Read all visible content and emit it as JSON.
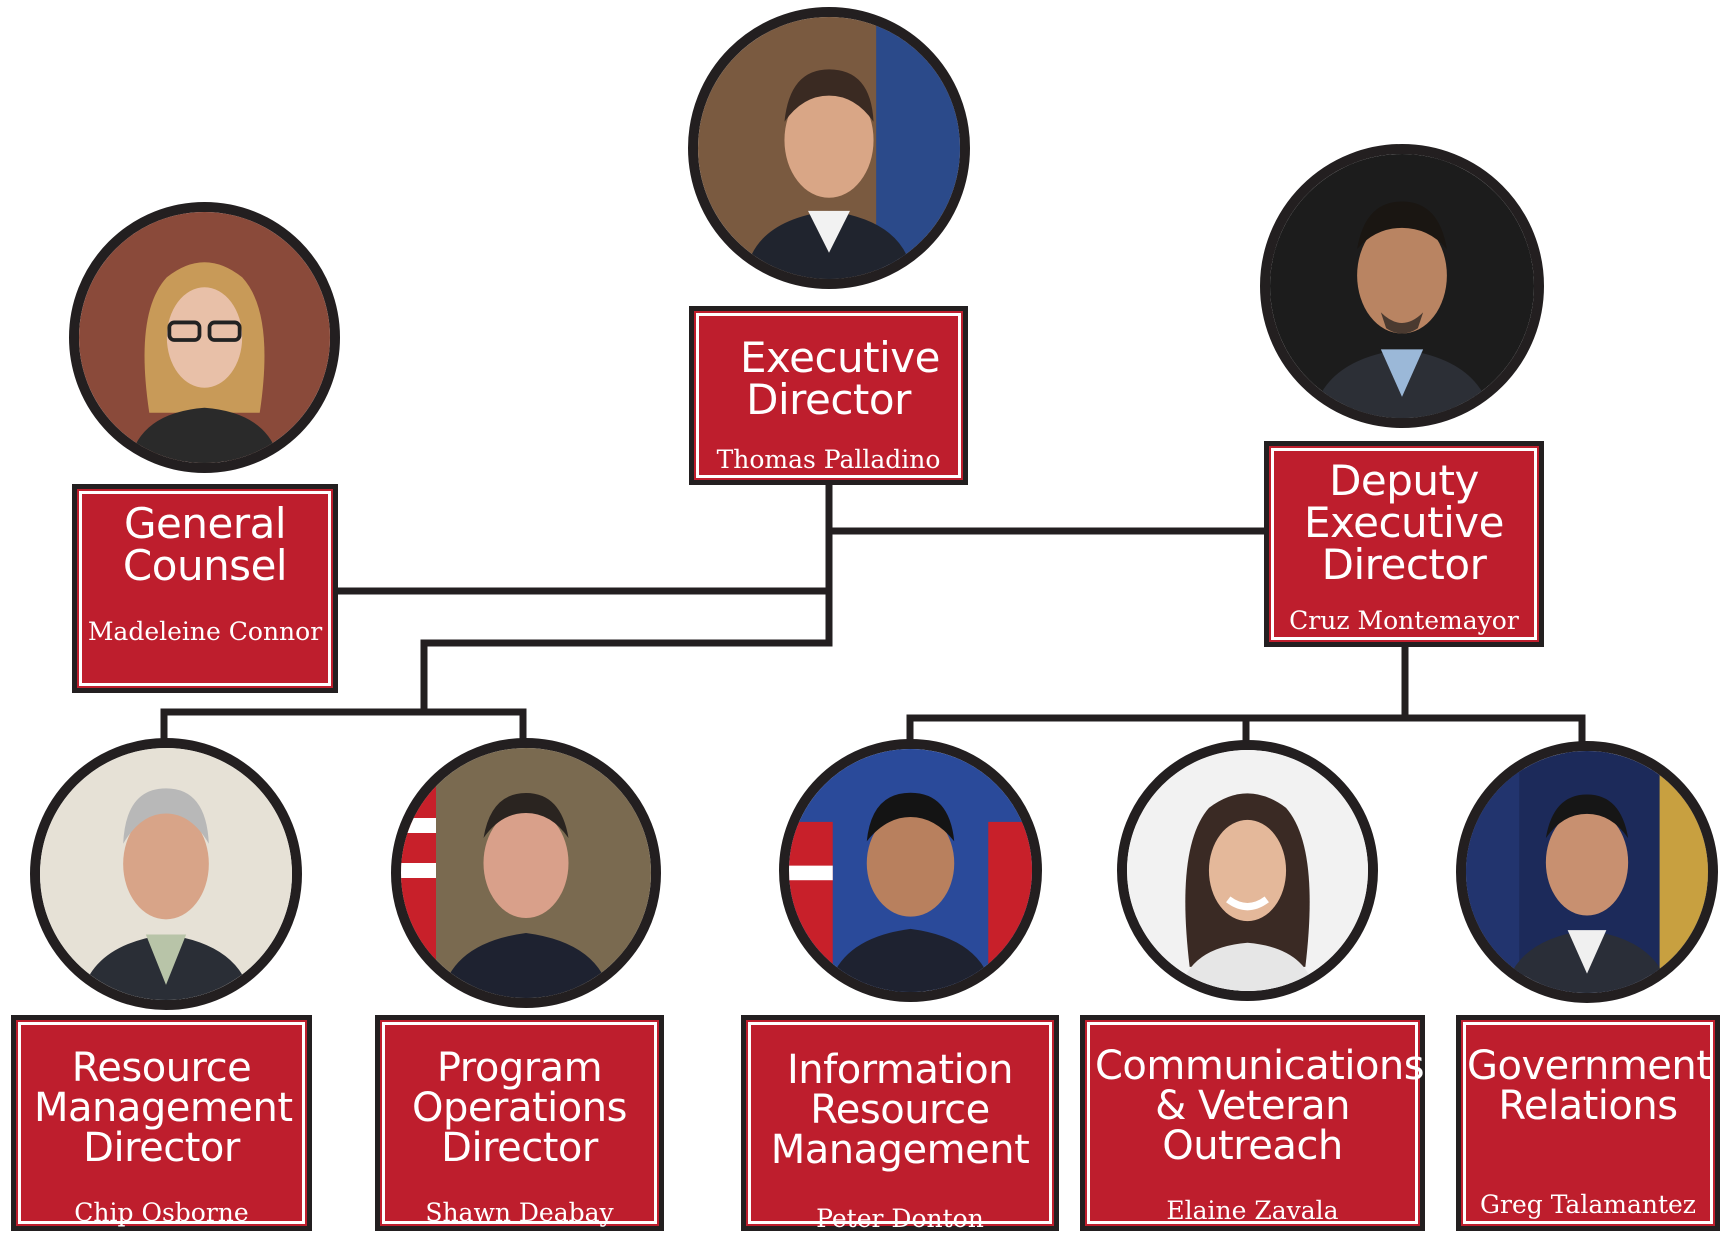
{
  "colors": {
    "box_fill": "#be1e2d",
    "outline": "#231f20",
    "text": "#ffffff"
  },
  "positions": [
    {
      "id": "exec",
      "title": "Executive Director",
      "name": "Thomas Palladino",
      "portrait": "man-in-suit-portrait-icon"
    },
    {
      "id": "gc",
      "title": "General Counsel",
      "name": "Madeleine Connor",
      "portrait": "woman-with-glasses-portrait-icon"
    },
    {
      "id": "deputy",
      "title": "Deputy Executive Director",
      "name": "Cruz Montemayor",
      "portrait": "man-with-goatee-portrait-icon"
    },
    {
      "id": "rmd",
      "title": "Resource Management Director",
      "name": "Chip Osborne",
      "portrait": "gray-haired-man-portrait-icon"
    },
    {
      "id": "pod",
      "title": "Program Operations Director",
      "name": "Shawn Deabay",
      "portrait": "man-with-flag-portrait-icon"
    },
    {
      "id": "irm",
      "title": "Information Resource Management",
      "name": "Peter Donton",
      "portrait": "smiling-man-portrait-icon"
    },
    {
      "id": "cvo",
      "title": "Communications & Veteran Outreach",
      "name": "Elaine Zavala",
      "portrait": "smiling-woman-portrait-icon"
    },
    {
      "id": "gr",
      "title": "Government Relations",
      "name": "Greg Talamantez",
      "portrait": "young-man-portrait-icon"
    }
  ]
}
